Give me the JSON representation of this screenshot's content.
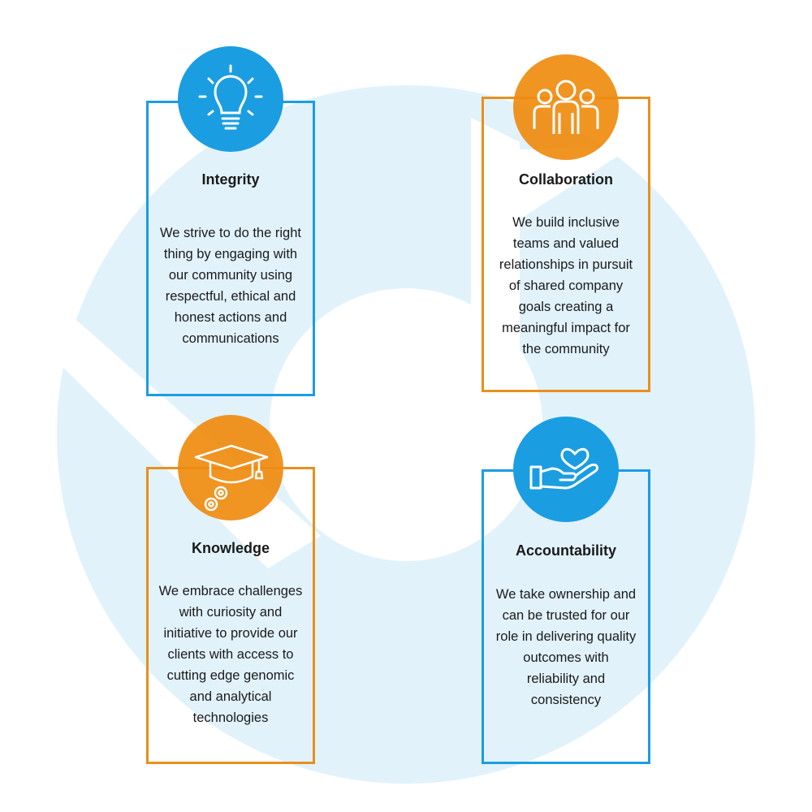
{
  "colors": {
    "blue": "#1b9de2",
    "orange": "#e8901c",
    "background_shape": "#e1f2fb",
    "text": "#1a1a1a"
  },
  "values": [
    {
      "id": "integrity",
      "icon": "lightbulb-icon",
      "color": "blue",
      "title": "Integrity",
      "description": "We strive to do the right thing by engaging with our community using respectful, ethical and honest actions and communications"
    },
    {
      "id": "collaboration",
      "icon": "team-icon",
      "color": "orange",
      "title": "Collaboration",
      "description": "We build inclusive teams and valued relationships in pursuit of shared company goals creating a meaningful impact for the community"
    },
    {
      "id": "knowledge",
      "icon": "graduation-cap-gears-icon",
      "color": "orange",
      "title": "Knowledge",
      "description": "We embrace challenges with curiosity and initiative to provide our clients with access to cutting edge genomic and analytical technologies"
    },
    {
      "id": "accountability",
      "icon": "hand-heart-icon",
      "color": "blue",
      "title": "Accountability",
      "description": "We take ownership and can be trusted for our role in delivering quality outcomes with reliability and consistency"
    }
  ]
}
